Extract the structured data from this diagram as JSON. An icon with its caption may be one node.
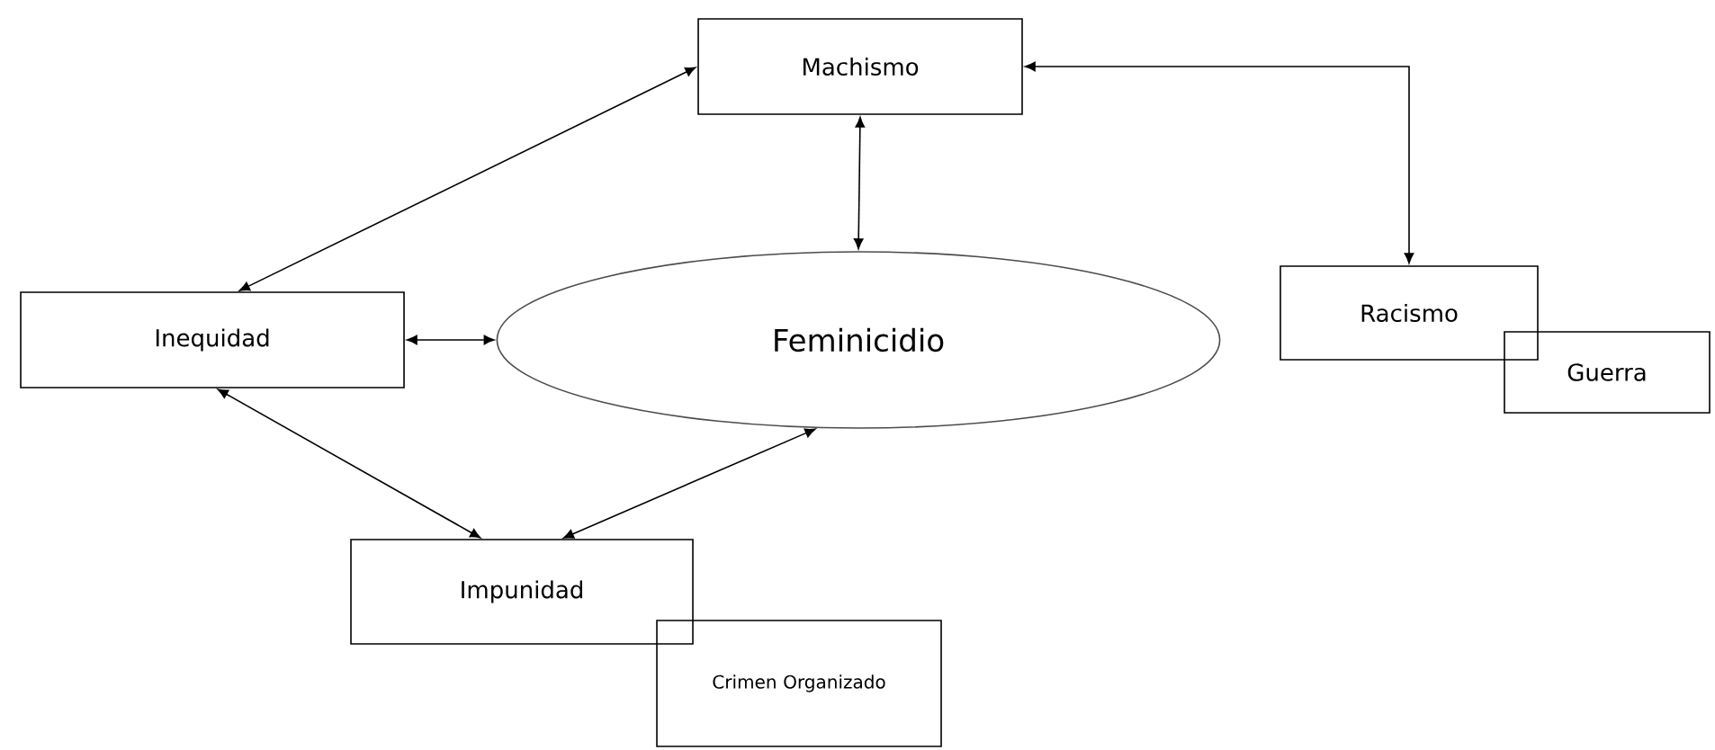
{
  "diagram": {
    "nodes": [
      {
        "text": [
          "Machismo"
        ]
      },
      {
        "text": [
          "Inequidad"
        ]
      },
      {
        "text": [
          "Feminicidio"
        ]
      },
      {
        "text": [
          "Racismo"
        ]
      },
      {
        "text": [
          "Guerra"
        ]
      },
      {
        "text": [
          "Impunidad"
        ]
      },
      {
        "text": [
          "Crimen Organizado"
        ]
      }
    ],
    "edges": [
      {
        "from": 0,
        "to": 1,
        "arrow": "both"
      },
      {
        "from": 0,
        "to": 2,
        "arrow": "both"
      },
      {
        "from": 0,
        "to": 3,
        "arrow": "both"
      },
      {
        "from": 1,
        "to": 2,
        "arrow": "both"
      },
      {
        "from": 1,
        "to": 5,
        "arrow": "both"
      },
      {
        "from": 2,
        "to": 5,
        "arrow": "both"
      }
    ]
  }
}
